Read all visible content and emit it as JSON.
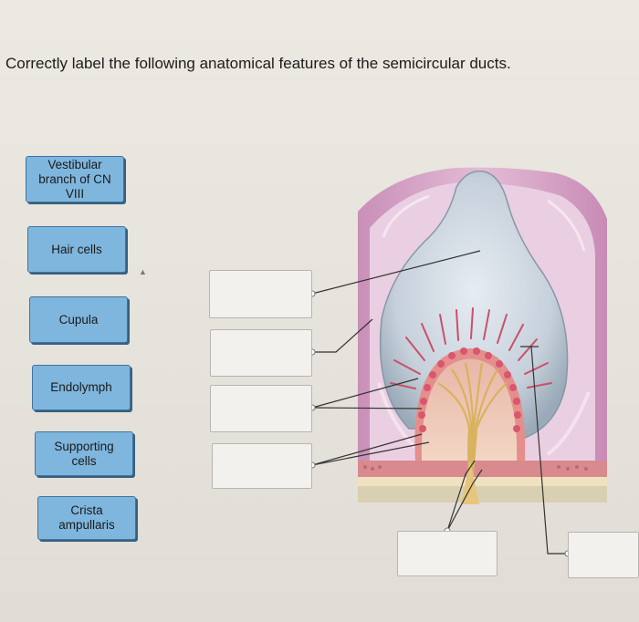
{
  "question": {
    "text": "Correctly label the following anatomical features of the semicircular ducts."
  },
  "label_bank": [
    {
      "id": "vestibular",
      "line1": "Vestibular",
      "line2": "branch of CN VIII"
    },
    {
      "id": "hair",
      "line1": "Hair cells",
      "line2": ""
    },
    {
      "id": "cupula",
      "line1": "Cupula",
      "line2": ""
    },
    {
      "id": "endolymph",
      "line1": "Endolymph",
      "line2": ""
    },
    {
      "id": "supporting",
      "line1": "Supporting",
      "line2": "cells"
    },
    {
      "id": "crista",
      "line1": "Crista",
      "line2": "ampullaris"
    }
  ],
  "drop_targets": [
    {
      "id": "target-1",
      "value": ""
    },
    {
      "id": "target-2",
      "value": ""
    },
    {
      "id": "target-3",
      "value": ""
    },
    {
      "id": "target-4",
      "value": ""
    },
    {
      "id": "target-5",
      "value": ""
    },
    {
      "id": "target-6",
      "value": ""
    }
  ],
  "colors": {
    "label_fill": "#7fb6dd",
    "label_border": "#3f73a0",
    "ampulla_pink": "#d9a7c8",
    "cupula_blue": "#c9d3dc",
    "hair_red": "#d8566e",
    "nerve_yellow": "#e4c57a"
  }
}
